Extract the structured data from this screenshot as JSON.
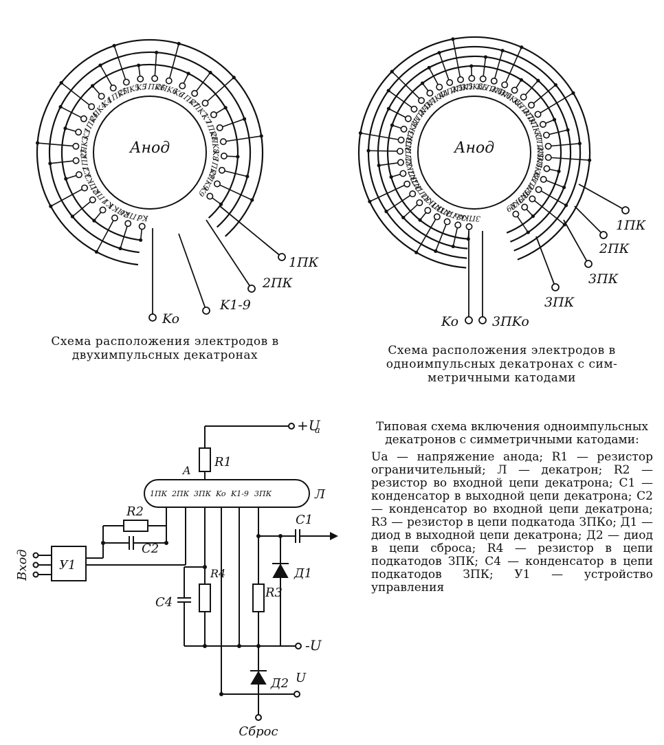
{
  "figure_left": {
    "center_label": "Анод",
    "electrodes": [
      "Ko",
      "1ПKo",
      "2ПK1",
      "K1",
      "1ПK1",
      "2ПK2",
      "K2",
      "1ПK3",
      "2ПK3",
      "K3",
      "1ПK4",
      "2ПK4",
      "K4",
      "1ПK5",
      "2ПK5",
      "K5",
      "1ПK6",
      "2ПK6",
      "K6",
      "1ПK7",
      "2ПK7",
      "K7",
      "1ПK8",
      "2ПK8",
      "K8",
      "1ПK9",
      "2ПK9",
      "K9"
    ],
    "terminals": [
      "1ПК",
      "2ПК",
      "K1-9",
      "Ko"
    ],
    "caption_line1": "Схема расположения электродов в",
    "caption_line2": "двухимпульсных декатронах"
  },
  "figure_right": {
    "center_label": "Анод",
    "electrodes": [
      "3ПKo",
      "Ko",
      "1ПK1",
      "2ПK1",
      "3ПK1",
      "K1",
      "1ПK2",
      "2ПK2",
      "3ПK2",
      "K2",
      "1ПK3",
      "2ПK3",
      "3ПK3",
      "K3",
      "1ПK4",
      "2ПK4",
      "3ПK4",
      "K4",
      "1ПK5",
      "2ПK5",
      "3ПK5",
      "K5",
      "1ПK6",
      "2ПK6",
      "3ПK6",
      "K6",
      "1ПK7",
      "2ПK7",
      "3ПK7",
      "K7",
      "1ПK8",
      "2ПK8",
      "3ПK8",
      "K8",
      "1ПK9",
      "2ПK9",
      "3ПK9",
      "K9"
    ],
    "terminals": [
      "1ПК",
      "2ПК",
      "3ПК",
      "3ПК",
      "Ko",
      "3ПKo"
    ],
    "caption_line1": "Схема расположения электродов в",
    "caption_line2": "одноимпульсных декатронах с сим-",
    "caption_line3": "метричными катодами"
  },
  "circuit": {
    "supply_plus": "+U",
    "supply_plus_sub": "а",
    "r1": "R1",
    "anode": "A",
    "tube": "Л",
    "tube_pins": [
      "1ПК",
      "2ПК",
      "3ПК",
      "Ko",
      "K1-9",
      "3ПК"
    ],
    "r2": "R2",
    "c2": "C2",
    "c1": "C1",
    "u1": "У1",
    "input": "Вход",
    "d1": "Д1",
    "r3": "R3",
    "r4": "R4",
    "c4": "C4",
    "minus_u": "-U",
    "d2": "Д2",
    "u_reset": "U",
    "reset": "Сброс"
  },
  "legend": {
    "heading": "Типовая схема включения одноимпульсных декатронов с симметричными катодами:",
    "body": "Uа — напряжение анода; R1 — резистор ограничительный; Л — декатрон; R2 — резистор во входной цепи декатрона; C1 — конденсатор в выходной цепи декатрона; C2 — конденсатор во входной цепи декатрона; R3 — резистор в цепи подкатода ЗПКо; Д1 — диод в выходной цепи декатрона; Д2 — диод в цепи сброса; R4 — резистор в цепи подкатодов ЗПК; C4 — конденсатор в цепи подкатодов ЗПК; У1 — устройство управления"
  }
}
